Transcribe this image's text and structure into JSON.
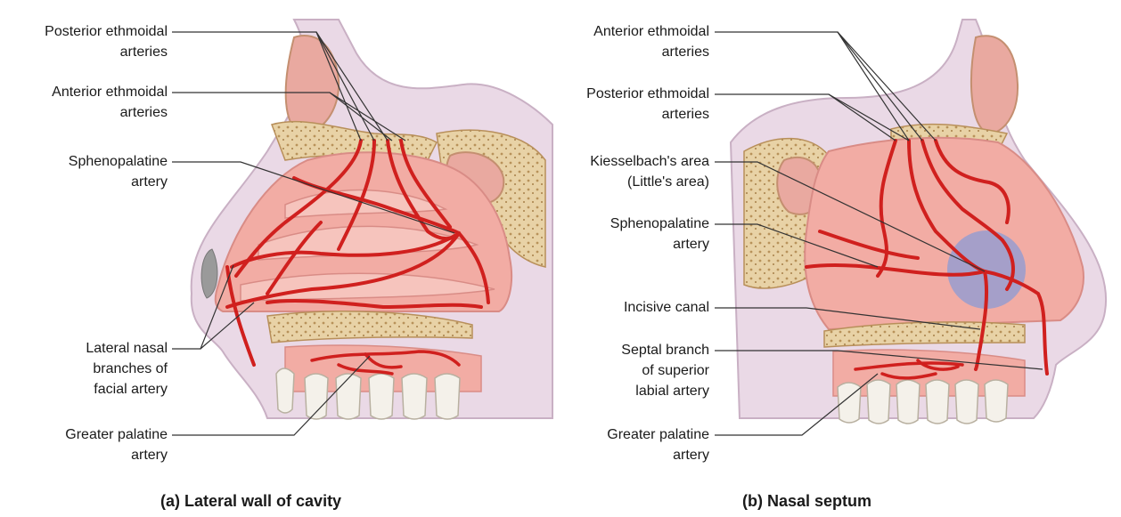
{
  "panel_a": {
    "caption": "(a) Lateral wall of cavity",
    "labels": [
      {
        "line1": "Posterior ethmoidal",
        "line2": "arteries"
      },
      {
        "line1": "Anterior ethmoidal",
        "line2": "arteries"
      },
      {
        "line1": "Sphenopalatine",
        "line2": "artery"
      },
      {
        "line1": "Lateral nasal",
        "line2": "branches of",
        "line3": "facial artery"
      },
      {
        "line1": "Greater palatine",
        "line2": "artery"
      }
    ]
  },
  "panel_b": {
    "caption": "(b) Nasal septum",
    "labels": [
      {
        "line1": "Anterior ethmoidal",
        "line2": "arteries"
      },
      {
        "line1": "Posterior ethmoidal",
        "line2": "arteries"
      },
      {
        "line1": "Kiesselbach's area",
        "line2": "(Little's area)"
      },
      {
        "line1": "Sphenopalatine",
        "line2": "artery"
      },
      {
        "line1": "Incisive canal"
      },
      {
        "line1": "Septal branch",
        "line2": "of superior",
        "line3": "labial artery"
      },
      {
        "line1": "Greater palatine",
        "line2": "artery"
      }
    ]
  },
  "colors": {
    "artery": "#d0201e",
    "mucosa": "#f2aca4",
    "skin": "#e9d9e6",
    "bone": "#e8d2a6",
    "kiesselbach_area": "#8b9bd6",
    "teeth": "#f4f1ea"
  }
}
